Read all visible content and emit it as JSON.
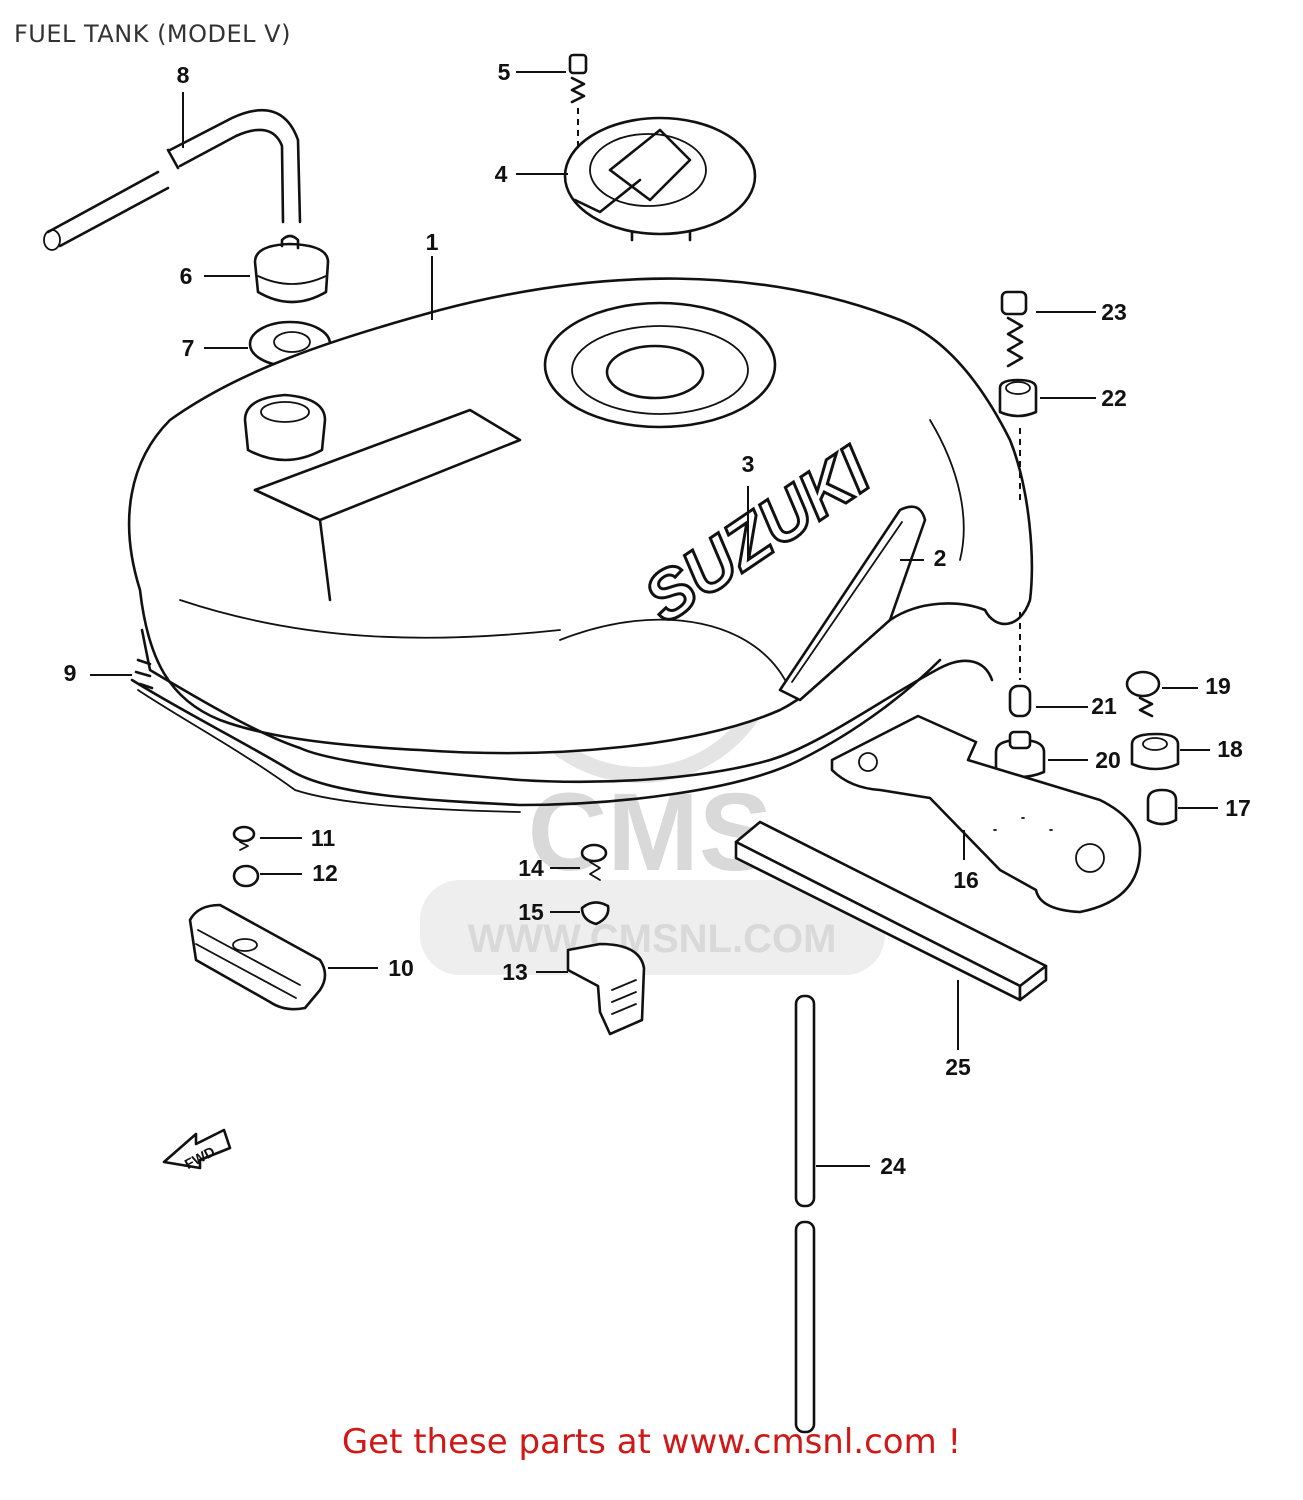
{
  "title": "FUEL TANK (MODEL V)",
  "footer": "Get these parts at www.cmsnl.com !",
  "watermark": {
    "brand": "CMS",
    "url": "WWW.CMSNL.COM"
  },
  "tank_logo": "SUZUKI",
  "direction_arrow": "FWD",
  "callouts": {
    "c1": "1",
    "c2": "2",
    "c3": "3",
    "c4": "4",
    "c5": "5",
    "c6": "6",
    "c7": "7",
    "c8": "8",
    "c9": "9",
    "c10": "10",
    "c11": "11",
    "c12": "12",
    "c13": "13",
    "c14": "14",
    "c15": "15",
    "c16": "16",
    "c17": "17",
    "c18": "18",
    "c19": "19",
    "c20": "20",
    "c21": "21",
    "c22": "22",
    "c23": "23",
    "c24": "24",
    "c25": "25"
  },
  "colors": {
    "ink": "#111111",
    "footer": "#d01818",
    "watermark": "#d9d9d9",
    "title": "#333333"
  }
}
